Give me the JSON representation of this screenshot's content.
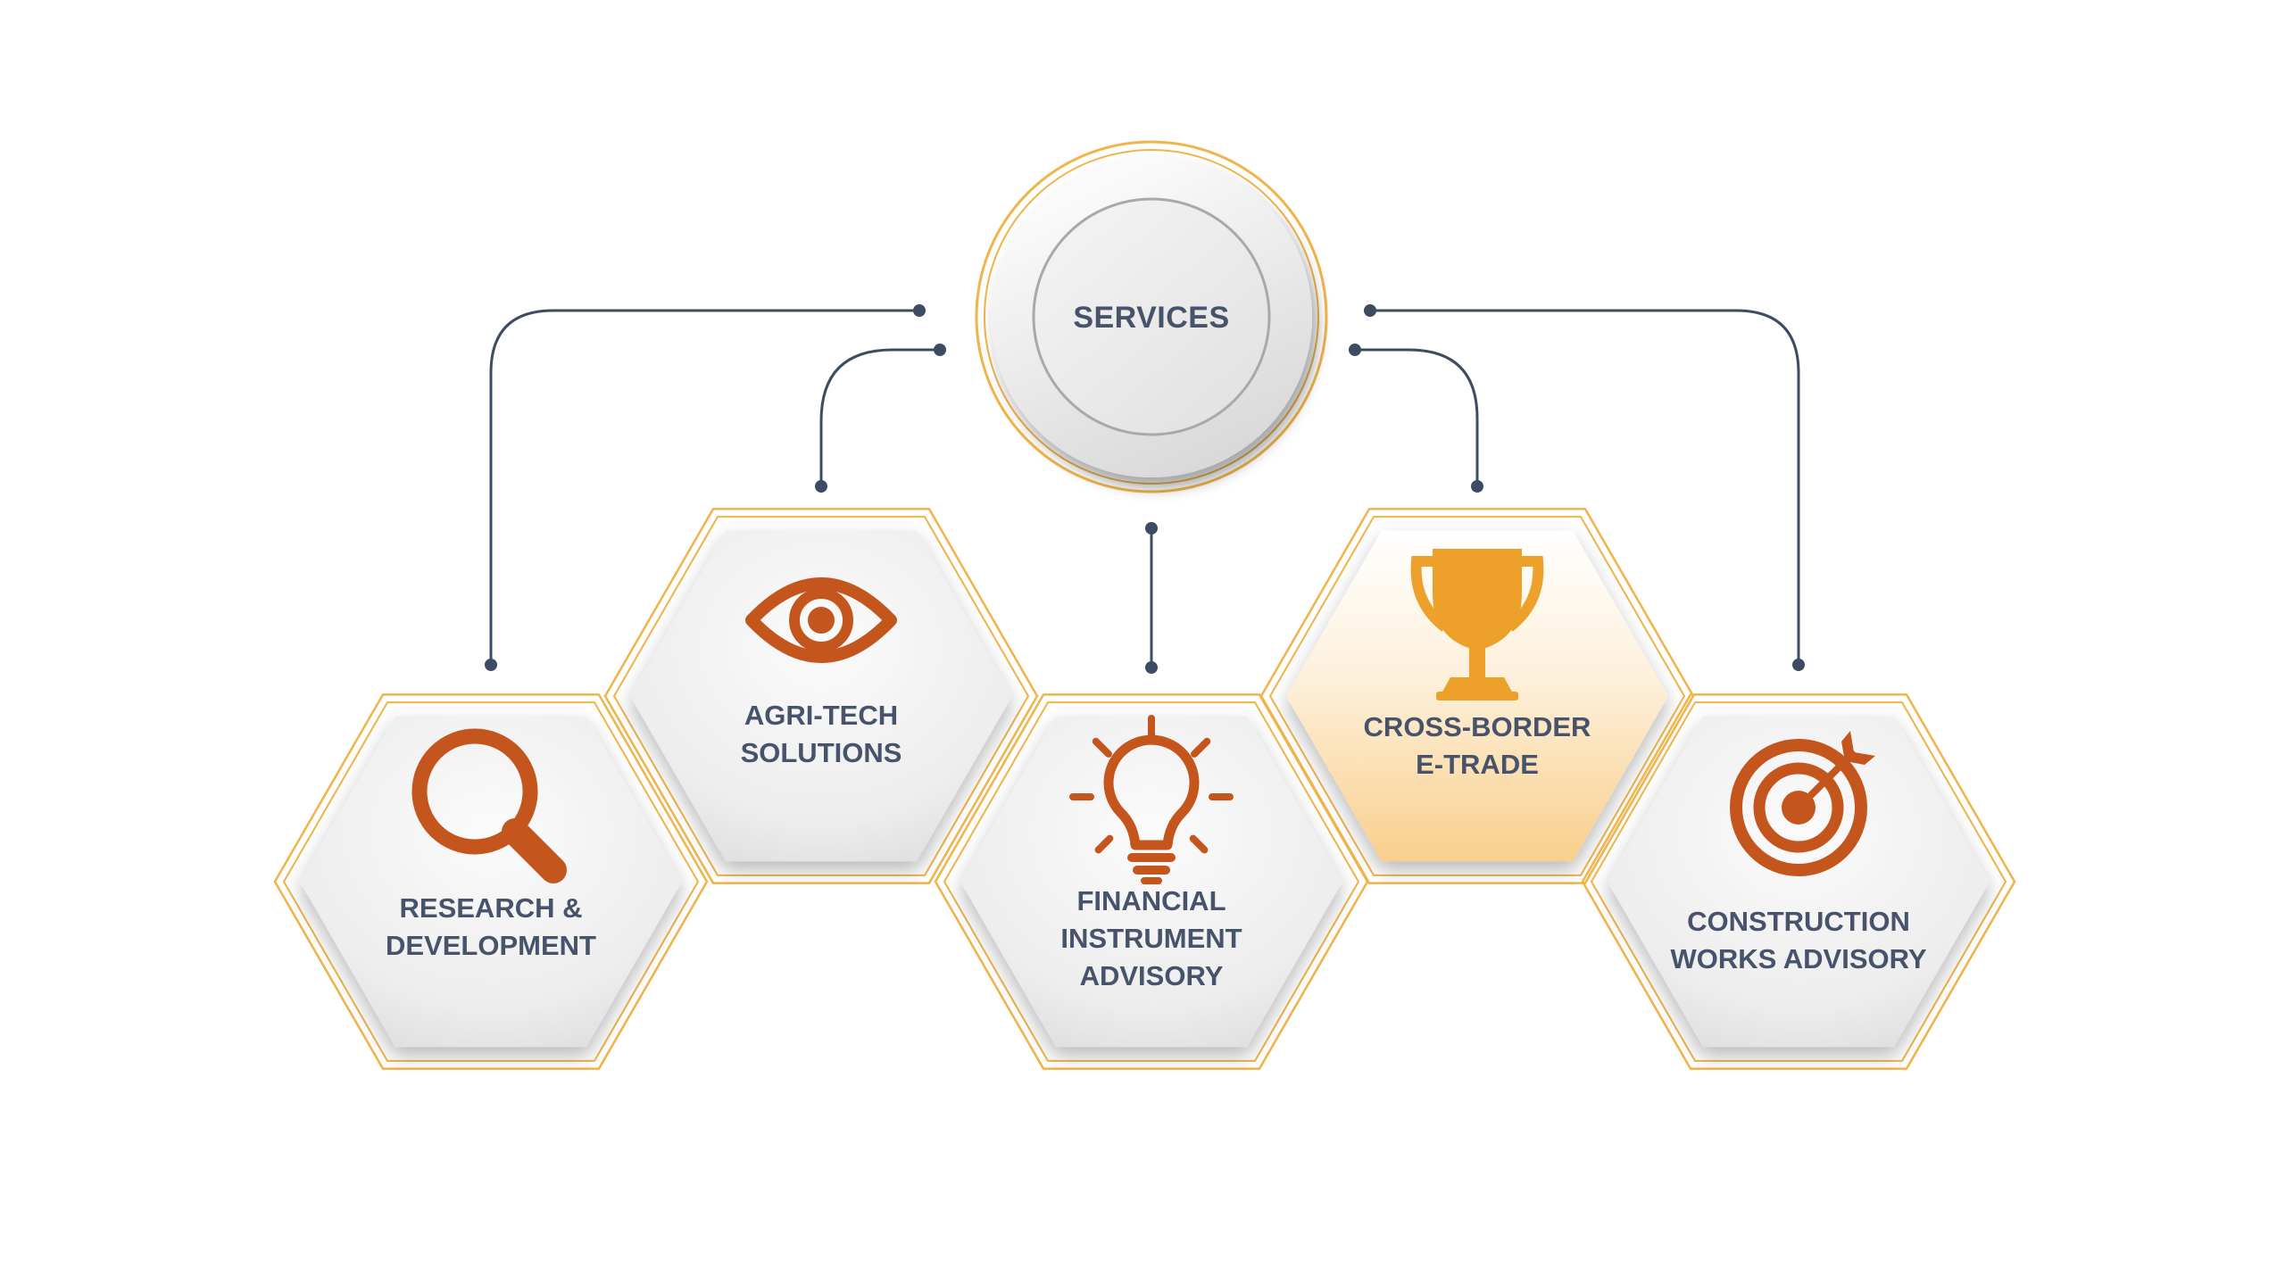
{
  "center": {
    "label": "SERVICES"
  },
  "services": [
    {
      "id": "research",
      "lines": [
        "RESEARCH &",
        "DEVELOPMENT"
      ],
      "icon": "magnifier-icon",
      "highlighted": false
    },
    {
      "id": "agritech",
      "lines": [
        "AGRI-TECH",
        "SOLUTIONS"
      ],
      "icon": "eye-icon",
      "highlighted": false
    },
    {
      "id": "financial",
      "lines": [
        "FINANCIAL",
        "INSTRUMENT",
        "ADVISORY"
      ],
      "icon": "lightbulb-icon",
      "highlighted": false
    },
    {
      "id": "etrade",
      "lines": [
        "CROSS-BORDER",
        "E-TRADE"
      ],
      "icon": "trophy-icon",
      "highlighted": true
    },
    {
      "id": "construction",
      "lines": [
        "CONSTRUCTION",
        "WORKS ADVISORY"
      ],
      "icon": "target-icon",
      "highlighted": false
    }
  ],
  "colors": {
    "text": "#46536b",
    "icon": "#c4551d",
    "icon_highlight": "#eda12b",
    "border": "#f0b44a",
    "connector": "#3e4c63"
  }
}
